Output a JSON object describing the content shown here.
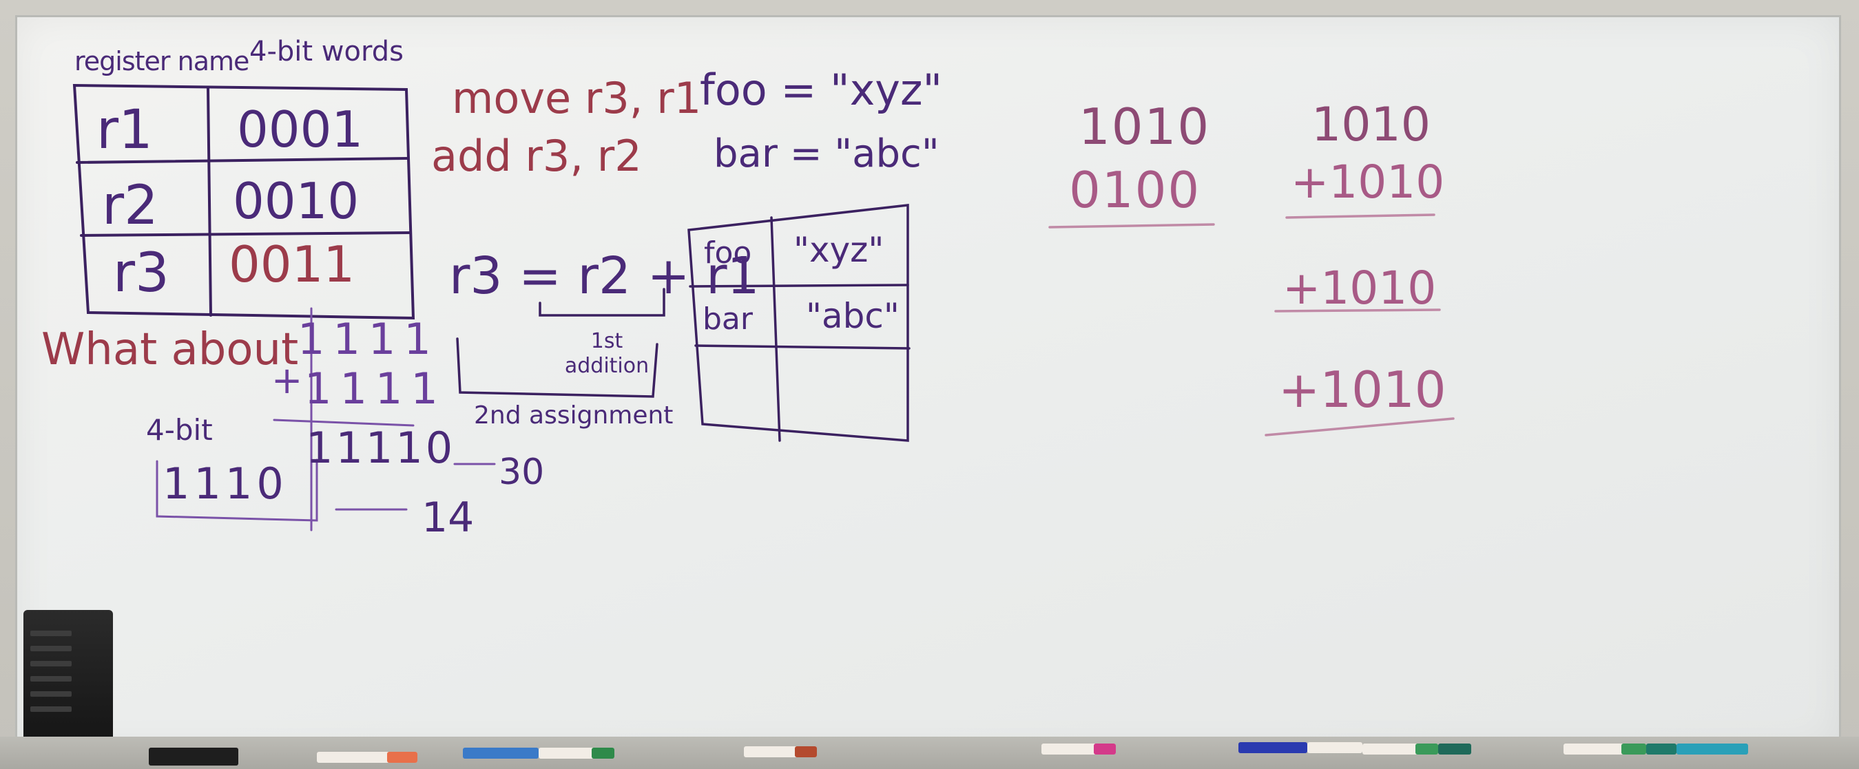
{
  "board": {
    "register_table": {
      "header_left": "register name",
      "header_right": "4-bit words",
      "rows": [
        {
          "name": "r1",
          "value": "0001"
        },
        {
          "name": "r2",
          "value": "0010"
        },
        {
          "name": "r3",
          "value": "0011"
        }
      ]
    },
    "instructions": [
      "move r3, r1",
      "add r3, r2"
    ],
    "assignments": [
      "foo = \"xyz\"",
      "bar = \"abc\""
    ],
    "expression": {
      "text": "r3 = r2 + r1",
      "first_note": "1st addition",
      "second_note": "2nd assignment"
    },
    "overflow": {
      "question": "What about",
      "addend1": "1111",
      "plus": "+",
      "addend2": "1111",
      "result": "11110",
      "result_value": "30",
      "label": "4-bit",
      "truncated": "1110",
      "truncated_value": "14"
    },
    "var_table": {
      "rows": [
        {
          "name": "foo",
          "value": "\"xyz\""
        },
        {
          "name": "bar",
          "value": "\"abc\""
        },
        {
          "name": "",
          "value": ""
        }
      ]
    },
    "sum1": {
      "a": "1010",
      "b": "0100"
    },
    "sum2": {
      "a": "1010",
      "b": "+1010",
      "c": "+1010",
      "d": "+1010"
    }
  },
  "tray_markers": [
    {
      "color": "#e8704a"
    },
    {
      "color": "#3a7ac8"
    },
    {
      "color": "#2e8a4a"
    },
    {
      "color": "#b44a2e"
    },
    {
      "color": "#d43a8a"
    },
    {
      "color": "#2a3ab0"
    },
    {
      "color": "#3a9a5a"
    },
    {
      "color": "#3a9a5a"
    },
    {
      "color": "#2aa0b8"
    }
  ]
}
